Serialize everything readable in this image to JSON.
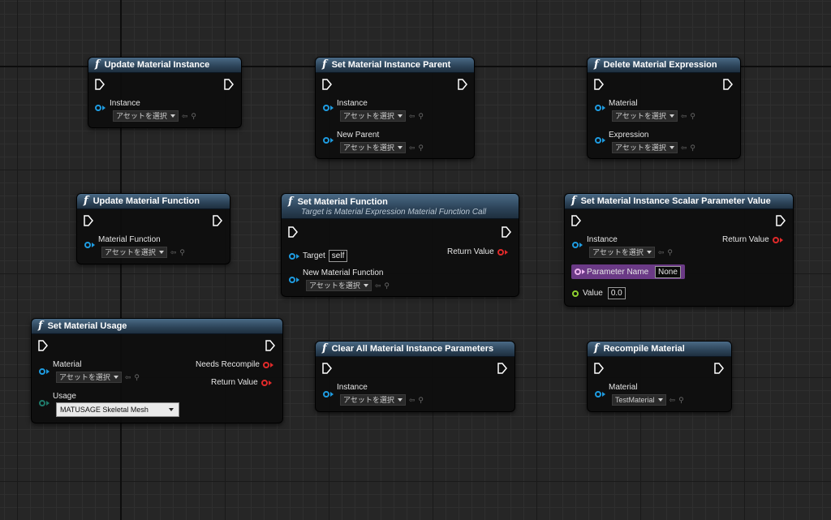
{
  "common": {
    "fn_glyph": "f",
    "asset_select": "アセットを選択"
  },
  "nodes": {
    "update_material_instance": {
      "title": "Update Material Instance",
      "pins": {
        "instance": "Instance"
      }
    },
    "set_material_instance_parent": {
      "title": "Set Material Instance Parent",
      "pins": {
        "instance": "Instance",
        "new_parent": "New Parent"
      }
    },
    "delete_material_expression": {
      "title": "Delete Material Expression",
      "pins": {
        "material": "Material",
        "expression": "Expression"
      }
    },
    "update_material_function": {
      "title": "Update Material Function",
      "pins": {
        "material_function": "Material Function"
      }
    },
    "set_material_function": {
      "title": "Set Material Function",
      "subtitle": "Target is Material Expression Material Function Call",
      "pins": {
        "target": "Target",
        "target_value": "self",
        "new_material_function": "New Material Function",
        "return_value": "Return Value"
      }
    },
    "set_scalar_param": {
      "title": "Set Material Instance Scalar Parameter Value",
      "pins": {
        "instance": "Instance",
        "return_value": "Return Value",
        "parameter_name": "Parameter Name",
        "parameter_name_value": "None",
        "value": "Value",
        "value_value": "0.0"
      }
    },
    "set_material_usage": {
      "title": "Set Material Usage",
      "pins": {
        "material": "Material",
        "needs_recompile": "Needs Recompile",
        "return_value": "Return Value",
        "usage": "Usage",
        "usage_value": "MATUSAGE Skeletal Mesh"
      }
    },
    "clear_all_params": {
      "title": "Clear All Material Instance Parameters",
      "pins": {
        "instance": "Instance"
      }
    },
    "recompile_material": {
      "title": "Recompile Material",
      "pins": {
        "material": "Material",
        "material_value": "TestMaterial"
      }
    }
  },
  "colors": {
    "object_pin": "#1e9be0",
    "bool_pin": "#e02a2a",
    "float_pin": "#8fd130",
    "name_pin": "#d67ad8",
    "enum_pin": "#1f7a6a",
    "header": "#2c4358"
  }
}
